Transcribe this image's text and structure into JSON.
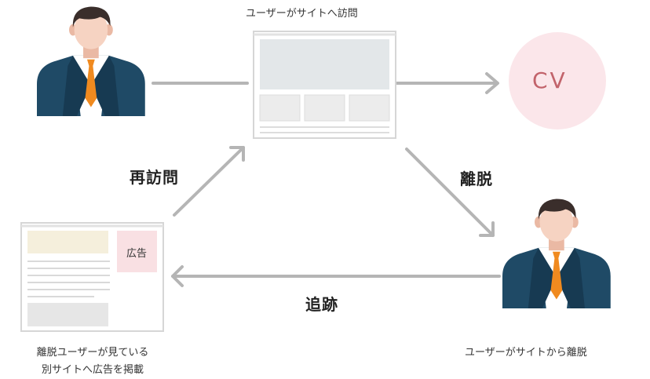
{
  "labels": {
    "visit": "ユーザーがサイトへ訪問",
    "revisit": "再訪問",
    "leave": "離脱",
    "retarget": "追跡",
    "cv": "CV",
    "ad": "広告",
    "left_caption_line1": "離脱ユーザーが見ている",
    "left_caption_line2": "別サイトへ広告を掲載",
    "right_caption": "ユーザーがサイトから離脱"
  },
  "colors": {
    "arrow": "#b5b5b5",
    "cv_circle": "#fbe6ea",
    "cv_text": "#c2636b",
    "suit": "#1f4a66",
    "tie": "#f08a1f",
    "hair": "#3a2e2b",
    "skin": "#f6d3c2",
    "ad_box": "#f9e0e3",
    "banner": "#f5efdc"
  },
  "icons": {
    "person_top_left": "businessman-icon",
    "person_bottom_right": "businessman-icon",
    "site_page": "webpage-wireframe-icon",
    "other_site_page": "webpage-with-ad-icon"
  }
}
